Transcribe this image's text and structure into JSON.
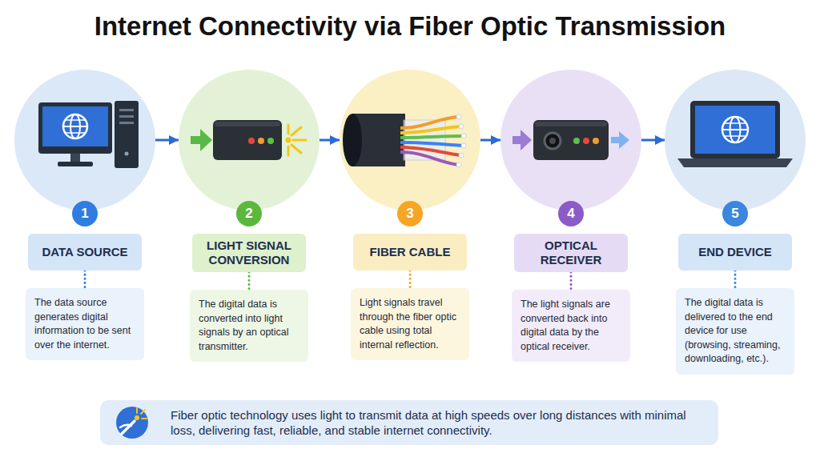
{
  "diagram": {
    "title": "Internet Connectivity via Fiber Optic Transmission",
    "nodes": [
      {
        "text": [
          "1"
        ]
      },
      {
        "text": [
          "DATA SOURCE"
        ]
      },
      {
        "text": [
          "The data source generates digital information to be sent over the internet."
        ]
      },
      {
        "text": [
          "2"
        ]
      },
      {
        "text": [
          "LIGHT SIGNAL CONVERSION"
        ]
      },
      {
        "text": [
          "The digital data is converted into light signals by an optical transmitter."
        ]
      },
      {
        "text": [
          "3"
        ]
      },
      {
        "text": [
          "FIBER CABLE"
        ]
      },
      {
        "text": [
          "Light signals travel through the fiber optic cable using total internal reflection."
        ]
      },
      {
        "text": [
          "4"
        ]
      },
      {
        "text": [
          "OPTICAL RECEIVER"
        ]
      },
      {
        "text": [
          "The light signals are converted back into digital data by the optical receiver."
        ]
      },
      {
        "text": [
          "5"
        ]
      },
      {
        "text": [
          "END DEVICE"
        ]
      },
      {
        "text": [
          "The digital data is delivered to the end device for use (browsing, streaming, downloading, etc.)."
        ]
      },
      {
        "text": [
          "Fiber optic technology uses light to transmit data at high speeds over long distances with minimal loss, delivering fast, reliable, and stable internet connectivity."
        ]
      }
    ],
    "edges": [
      {
        "from": 0,
        "to": 3,
        "arrow": "to"
      },
      {
        "from": 3,
        "to": 6,
        "arrow": "to"
      },
      {
        "from": 6,
        "to": 9,
        "arrow": "to"
      },
      {
        "from": 9,
        "to": 12,
        "arrow": "to"
      },
      {
        "from": 1,
        "to": 2,
        "arrow": "none"
      },
      {
        "from": 4,
        "to": 5,
        "arrow": "none"
      },
      {
        "from": 7,
        "to": 8,
        "arrow": "none"
      },
      {
        "from": 10,
        "to": 11,
        "arrow": "none"
      },
      {
        "from": 13,
        "to": 14,
        "arrow": "none"
      }
    ]
  }
}
